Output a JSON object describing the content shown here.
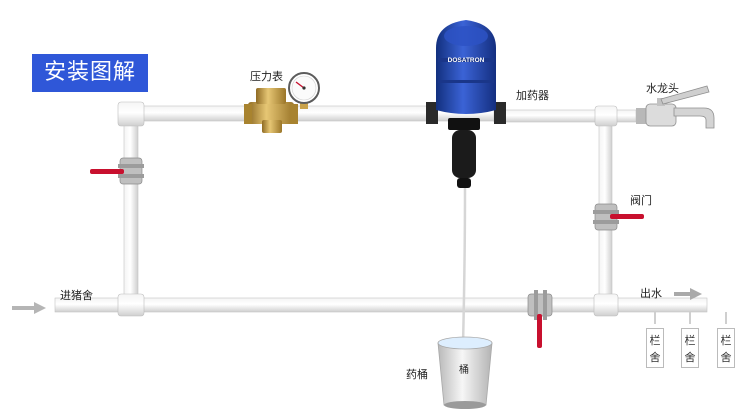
{
  "title": "安装图解",
  "labels": {
    "pressure_gauge": "压力表",
    "dosing_pump": "加药器",
    "faucet": "水龙头",
    "valve": "阀门",
    "inlet": "进猪舍",
    "outlet": "出水",
    "bucket": "药桶",
    "bucket_inner": "桶"
  },
  "pump_brand": "DOSATRON",
  "pens": [
    {
      "line1": "栏",
      "line2": "舍"
    },
    {
      "line1": "栏",
      "line2": "舍"
    },
    {
      "line1": "栏",
      "line2": "舍"
    }
  ],
  "colors": {
    "title_bg": "#2f57d8",
    "pump_blue": "#1f3fa8",
    "valve_red": "#c8102e",
    "brass": "#c9a24a"
  }
}
